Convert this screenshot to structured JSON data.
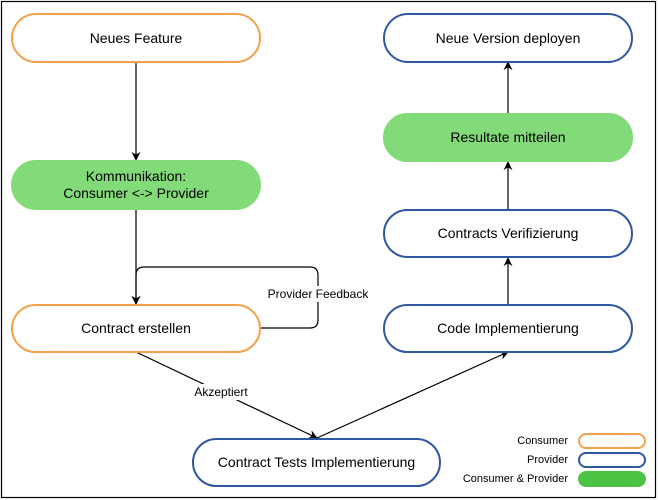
{
  "colors": {
    "consumer": "#F5A04A",
    "provider": "#2F56A0",
    "both": "#82DB78",
    "legend_both": "#4CC443",
    "line": "#000000"
  },
  "nodes": {
    "neues_feature": "Neues Feature",
    "kommunikation_line1": "Kommunikation:",
    "kommunikation_line2": "Consumer <-> Provider",
    "contract_erstellen": "Contract erstellen",
    "contract_tests": "Contract Tests Implementierung",
    "code_impl": "Code Implementierung",
    "contracts_verif": "Contracts Verifizierung",
    "resultate": "Resultate mitteilen",
    "neue_version": "Neue Version deployen"
  },
  "edges": {
    "provider_feedback": "Provider Feedback",
    "akzeptiert": "Akzeptiert"
  },
  "legend": {
    "consumer": "Consumer",
    "provider": "Provider",
    "both": "Consumer & Provider"
  }
}
